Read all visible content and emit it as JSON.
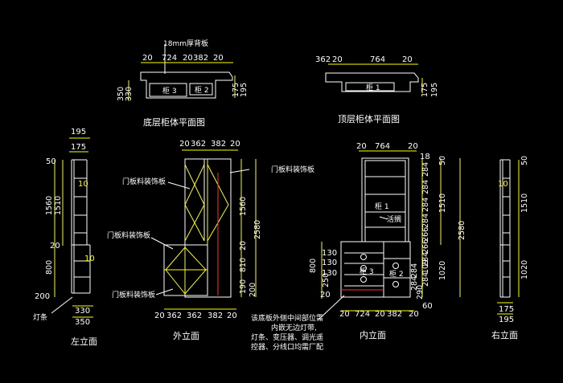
{
  "drawing": {
    "plan_bottom": {
      "title": "底层柜体平面图",
      "note_top": "18mm厚背板",
      "dims_top": [
        "20",
        "724",
        "20",
        "382",
        "20"
      ],
      "dims_side": [
        "350",
        "330"
      ],
      "dims_right": [
        "175",
        "195"
      ],
      "label_a": "柜 3",
      "label_b": "柜 2"
    },
    "plan_top": {
      "title": "顶层柜体平面图",
      "dims_top": [
        "362",
        "20",
        "764",
        "20"
      ],
      "dims_right": [
        "175",
        "195"
      ],
      "label": "柜 1"
    },
    "left_elev": {
      "title": "左立面",
      "top_dims": [
        "195",
        "175"
      ],
      "left_dims": [
        "50",
        "1560",
        "1510",
        "20",
        "800",
        "200"
      ],
      "inner_dims": [
        "10",
        "10"
      ],
      "bottom_dims": [
        "330",
        "350"
      ],
      "light_note": "灯条"
    },
    "front_elev": {
      "title": "外立面",
      "top_dims": [
        "20",
        "362",
        "382",
        "20"
      ],
      "right_dims": [
        "1560",
        "2580",
        "20",
        "810",
        "190",
        "200"
      ],
      "bottom_dims": [
        "20",
        "362",
        "362",
        "382",
        "20"
      ],
      "notes": [
        "门板料装饰板",
        "门板料装饰板",
        "门板料装饰板",
        "门板料装饰板"
      ]
    },
    "inner_elev": {
      "title": "内立面",
      "top_dims": [
        "20",
        "764",
        "20"
      ],
      "left_dims": [
        "130",
        "130",
        "130",
        "800",
        "250",
        "20"
      ],
      "right_col": [
        "18",
        "284",
        "284",
        "284",
        "284",
        "266",
        "266",
        "284",
        "109",
        "284",
        "284",
        "284",
        "290",
        "60"
      ],
      "outer_dims": [
        "50",
        "1510",
        "2580",
        "1020"
      ],
      "bottom_dims": [
        "20",
        "724",
        "20",
        "382",
        "20"
      ],
      "label_1": "柜 1",
      "label_3": "柜 3",
      "label_2": "柜 2",
      "label_active": "活搁",
      "note": [
        "该底板外侧中间部位需",
        "内嵌无边灯带,",
        "灯条、变压器、调光遥",
        "控器、分线口均需厂配"
      ]
    },
    "right_elev": {
      "title": "右立面",
      "right_dims": [
        "50",
        "1510",
        "1020"
      ],
      "inner_dim": "10",
      "bottom_dims": [
        "175",
        "195"
      ]
    }
  }
}
